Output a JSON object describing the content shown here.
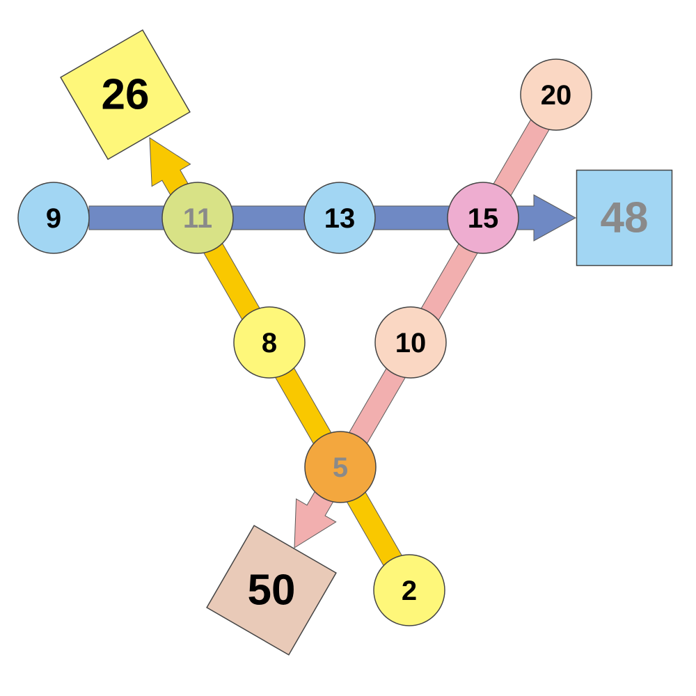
{
  "colors": {
    "path_yellow": "#f9c800",
    "path_blue": "#6f89c4",
    "path_pink": "#f2afaf",
    "node_yellow": "#fef77a",
    "node_blue": "#a2d6f3",
    "node_peach": "#fad7c3",
    "node_green": "#d8e286",
    "node_pink": "#eeadd0",
    "node_orange": "#f3a73e",
    "target_yellow": "#fef77a",
    "target_blue": "#a2d6f3",
    "target_tan": "#e9cab8",
    "text_dark": "#000000",
    "text_gray": "#8a8a8a"
  },
  "paths": [
    {
      "name": "yellow-path",
      "color": "path_yellow",
      "nodes": [
        "node-2",
        "node-5",
        "node-8",
        "node-11"
      ],
      "target": "target-26"
    },
    {
      "name": "blue-path",
      "color": "path_blue",
      "nodes": [
        "node-9",
        "node-11",
        "node-13",
        "node-15"
      ],
      "target": "target-48"
    },
    {
      "name": "pink-path",
      "color": "path_pink",
      "nodes": [
        "node-20",
        "node-15",
        "node-10",
        "node-5"
      ],
      "target": "target-50"
    }
  ],
  "nodes": {
    "node-2": {
      "label": "2",
      "fill": "node_yellow",
      "text": "text_dark"
    },
    "node-5": {
      "label": "5",
      "fill": "node_orange",
      "text": "text_gray"
    },
    "node-8": {
      "label": "8",
      "fill": "node_yellow",
      "text": "text_dark"
    },
    "node-9": {
      "label": "9",
      "fill": "node_blue",
      "text": "text_dark"
    },
    "node-10": {
      "label": "10",
      "fill": "node_peach",
      "text": "text_dark"
    },
    "node-11": {
      "label": "11",
      "fill": "node_green",
      "text": "text_gray"
    },
    "node-13": {
      "label": "13",
      "fill": "node_blue",
      "text": "text_dark"
    },
    "node-15": {
      "label": "15",
      "fill": "node_pink",
      "text": "text_dark"
    },
    "node-20": {
      "label": "20",
      "fill": "node_peach",
      "text": "text_dark"
    }
  },
  "targets": {
    "target-26": {
      "label": "26",
      "fill": "target_yellow",
      "text": "text_dark"
    },
    "target-48": {
      "label": "48",
      "fill": "target_blue",
      "text": "text_gray"
    },
    "target-50": {
      "label": "50",
      "fill": "target_tan",
      "text": "text_dark"
    }
  }
}
